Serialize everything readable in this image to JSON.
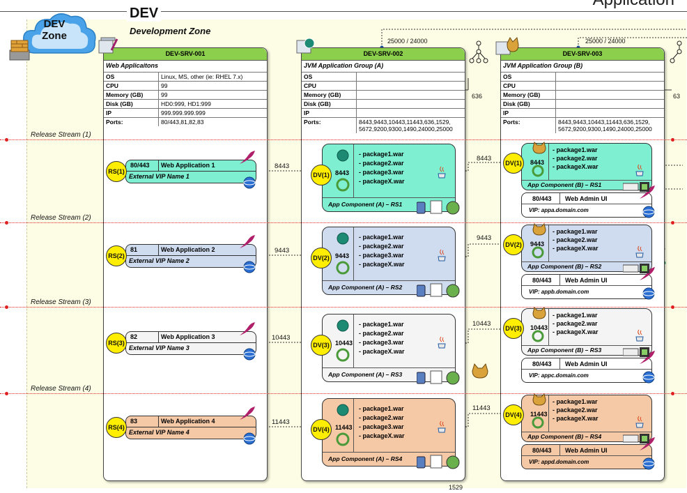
{
  "header": {
    "app_title": "Application",
    "env_title": "DEV",
    "zone_title": "Development Zone"
  },
  "cloud": {
    "line1": "DEV",
    "line2": "Zone"
  },
  "streams": [
    {
      "label": "Release Stream (1)"
    },
    {
      "label": "Release Stream (2)"
    },
    {
      "label": "Release Stream (3)"
    },
    {
      "label": "Release Stream (4)"
    }
  ],
  "server1": {
    "name": "DEV-SRV-001",
    "subtitle": "Web Applicaitons",
    "props": [
      {
        "k": "OS",
        "v": "Linux, MS, other (ie: RHEL 7.x)"
      },
      {
        "k": "CPU",
        "v": "99"
      },
      {
        "k": "Memory (GB)",
        "v": "99"
      },
      {
        "k": "Disk (GB)",
        "v": "HD0:999, HD1:999"
      },
      {
        "k": "IP",
        "v": "999.999.999.999"
      },
      {
        "k": "Ports:",
        "v": "80/443,81,82,83"
      }
    ],
    "webapps": [
      {
        "badge": "RS(1)",
        "port": "80/443",
        "name": "Web Application 1",
        "vip": "External VIP Name 1",
        "color": "#7fefd2"
      },
      {
        "badge": "RS(2)",
        "port": "81",
        "name": "Web Application 2",
        "vip": "External VIP Name 2",
        "color": "#cfdcf0"
      },
      {
        "badge": "RS(3)",
        "port": "82",
        "name": "Web Application 3",
        "vip": "External VIP Name 3",
        "color": "#f4f4f4"
      },
      {
        "badge": "RS(4)",
        "port": "83",
        "name": "Web Application 4",
        "vip": "External VIP Name 4",
        "color": "#f6c9a6"
      }
    ]
  },
  "server2": {
    "name": "DEV-SRV-002",
    "subtitle": "JVM Application Group (A)",
    "top_ports": "25000 / 24000",
    "side_port": "636",
    "props": [
      {
        "k": "OS",
        "v": ""
      },
      {
        "k": "CPU",
        "v": ""
      },
      {
        "k": "Memory (GB)",
        "v": ""
      },
      {
        "k": "Disk (GB)",
        "v": ""
      },
      {
        "k": "IP",
        "v": ""
      },
      {
        "k": "Ports:",
        "v": "8443,9443,10443,11443,636,1529,\n5672,9200,9300,1490,24000,25000"
      }
    ],
    "components": [
      {
        "badge": "DV(1)",
        "port": "8443",
        "in_port": "8443",
        "label": "App Component (A) – RS1",
        "color": "#7fefd2",
        "pkgs": [
          "- package1.war",
          "- package2.war",
          "- package3.war",
          "- packageX.war"
        ]
      },
      {
        "badge": "DV(2)",
        "port": "9443",
        "in_port": "9443",
        "label": "App Component (A) – RS2",
        "color": "#cfdcf0",
        "pkgs": [
          "- package1.war",
          "- package2.war",
          "- package3.war",
          "- packageX.war"
        ]
      },
      {
        "badge": "DV(3)",
        "port": "10443",
        "in_port": "10443",
        "label": "App Component (A) – RS3",
        "color": "#f4f4f4",
        "pkgs": [
          "- package1.war",
          "- package2.war",
          "- package3.war",
          "- packageX.war"
        ]
      },
      {
        "badge": "DV(4)",
        "port": "11443",
        "in_port": "11443",
        "label": "App Component (A) – RS4",
        "color": "#f6c9a6",
        "pkgs": [
          "- package1.war",
          "- package2.war",
          "- package3.war",
          "- packageX.war"
        ]
      }
    ],
    "bottom_port": "1529"
  },
  "server3": {
    "name": "DEV-SRV-003",
    "subtitle": "JVM Application Group (B)",
    "top_ports": "25000 / 24000",
    "side_port": "63",
    "props": [
      {
        "k": "OS",
        "v": ""
      },
      {
        "k": "CPU",
        "v": ""
      },
      {
        "k": "Memory (GB)",
        "v": ""
      },
      {
        "k": "Disk (GB)",
        "v": ""
      },
      {
        "k": "IP",
        "v": ""
      },
      {
        "k": "Ports:",
        "v": "8443,9443,10443,11443,636,1529,\n5672,9200,9300,1490,24000,25000"
      }
    ],
    "components": [
      {
        "badge": "DV(1)",
        "port": "8443",
        "in_port": "8443",
        "label": "App Component (B) – RS1",
        "color": "#7fefd2",
        "pkgs": [
          "- package1.war",
          "- package2.war",
          "- packageX.war"
        ],
        "admin_port": "80/443",
        "admin_name": "Web Admin UI",
        "vip": "VIP: appa.domain.com"
      },
      {
        "badge": "DV(2)",
        "port": "9443",
        "in_port": "9443",
        "label": "App Component (B) – RS2",
        "color": "#cfdcf0",
        "pkgs": [
          "- package1.war",
          "- package2.war",
          "- packageX.war"
        ],
        "admin_port": "80/443",
        "admin_name": "Web Admin UI",
        "vip": "VIP: appb.domain.com"
      },
      {
        "badge": "DV(3)",
        "port": "10443",
        "in_port": "10443",
        "label": "App Component (B) – RS3",
        "color": "#f4f4f4",
        "pkgs": [
          "- package1.war",
          "- package2.war",
          "- packageX.war"
        ],
        "admin_port": "80/443",
        "admin_name": "Web Admin UI",
        "vip": "VIP: appc.domain.com"
      },
      {
        "badge": "DV(4)",
        "port": "11443",
        "in_port": "11443",
        "label": "App Component (B) – RS4",
        "color": "#f6c9a6",
        "pkgs": [
          "- package1.war",
          "- package2.war",
          "- packageX.war"
        ],
        "admin_port": "80/443",
        "admin_name": "Web Admin UI",
        "vip": "VIP: appd.domain.com"
      }
    ]
  }
}
